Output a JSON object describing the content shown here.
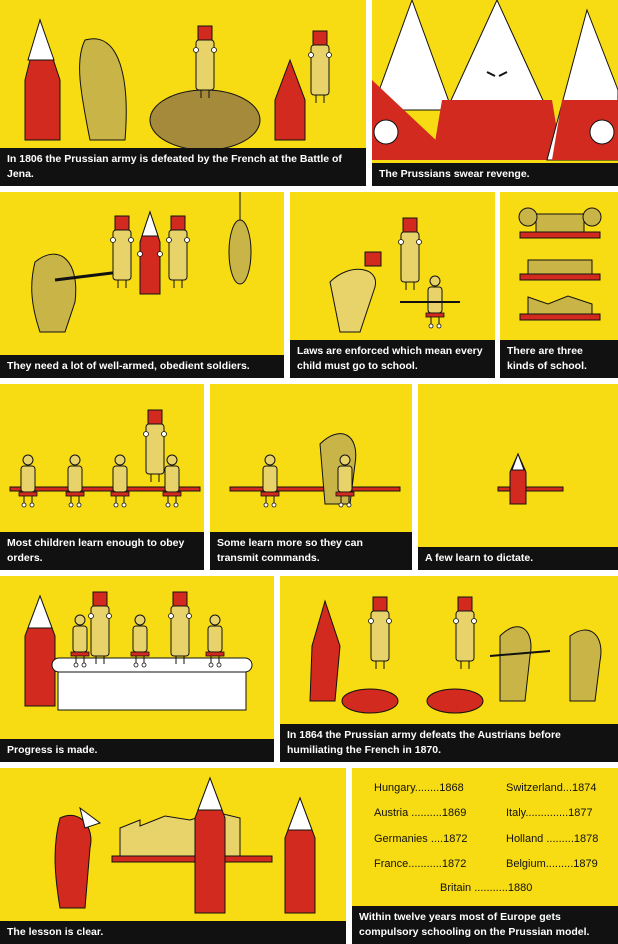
{
  "panels": {
    "p1": {
      "caption": "In 1806 the Prussian army is defeated by the French at the Battle of Jena."
    },
    "p2": {
      "caption": "The Prussians swear revenge."
    },
    "p3": {
      "caption": "They need a lot of well-armed, obedient soldiers."
    },
    "p4": {
      "caption": "Laws are enforced which mean every child must go to school."
    },
    "p5": {
      "caption": "There are three kinds of school."
    },
    "p6": {
      "caption": "Most children learn enough to obey orders."
    },
    "p7": {
      "caption": "Some learn more so they can transmit commands."
    },
    "p8": {
      "caption": "A few learn to dictate."
    },
    "p9": {
      "caption": "Progress is made."
    },
    "p10": {
      "caption": "In 1864 the Prussian army defeats the Austrians before humiliating the French in 1870."
    },
    "p11": {
      "caption": "The lesson is clear."
    },
    "p12": {
      "caption": "Within twelve years most of Europe gets compulsory schooling on the Prussian model."
    }
  },
  "countries": [
    {
      "name": "Hungary",
      "year": "1868"
    },
    {
      "name": "Switzerland",
      "year": "1874"
    },
    {
      "name": "Austria",
      "year": "1869"
    },
    {
      "name": "Italy",
      "year": "1877"
    },
    {
      "name": "Germanies",
      "year": "1872"
    },
    {
      "name": "Holland",
      "year": "1878"
    },
    {
      "name": "France",
      "year": "1872"
    },
    {
      "name": "Belgium",
      "year": "1879"
    },
    {
      "name": "Britain",
      "year": "1880"
    }
  ],
  "colors": {
    "yellow": "#f7dc14",
    "red": "#d22a1e",
    "khaki": "#c9b447",
    "white": "#ffffff",
    "black": "#111111"
  }
}
